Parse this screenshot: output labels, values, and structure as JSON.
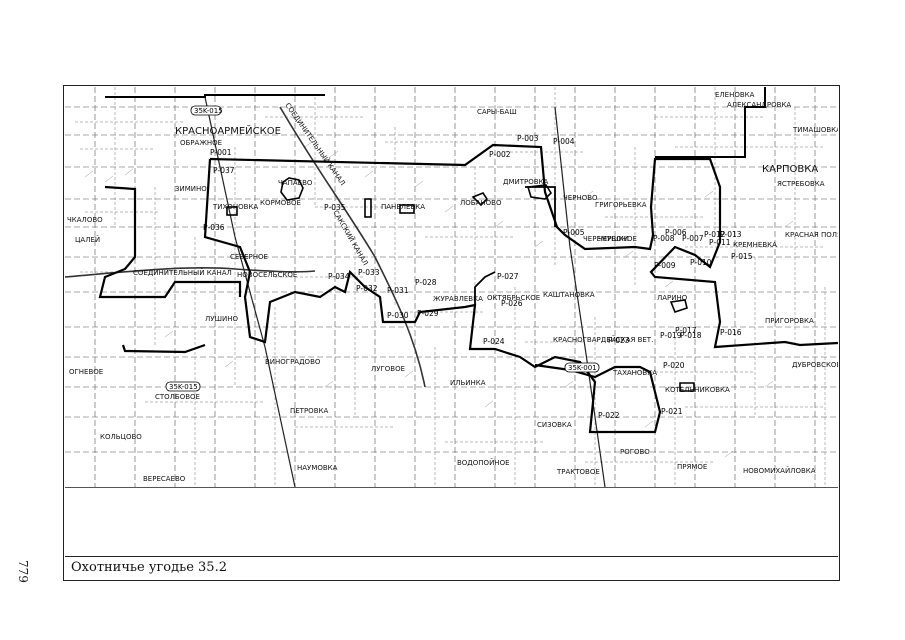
{
  "caption": "Охотничье угодье 35.2",
  "page_number": "779",
  "map": {
    "highways": [
      "35K-015",
      "35K-015",
      "35K-001"
    ],
    "settlements": [
      "КРАСНОАРМЕЙСКОЕ",
      "ОБРАЖНОЕ",
      "ЧАПАЕВО",
      "ЗИМИНО",
      "КОРМОВОЕ",
      "ТИХОНОВКА",
      "ЧКАЛОВО",
      "ЦАЛЕЙ",
      "СЕВЕРНОЕ",
      "НОВОСЕЛЬСКОЕ",
      "ЛУШИНО",
      "ОГНЕВОЕ",
      "СТОЛБОВОЕ",
      "ВИНОГРАДОВО",
      "ЛУГОВОЕ",
      "ИЛЬИНКА",
      "ПЕТРОВКА",
      "КОЛЬЦОВО",
      "НАУМОВКА",
      "ВЕРЕСАЕВО",
      "ВОДОПОЙНОЕ",
      "ПАНЕЛЕВКА",
      "ДМИТРОВКА",
      "ЧЕРНОВО",
      "ЧЕРЕМУШКИ",
      "ЖУРАВЛЕВКА",
      "КАШТАНОВКА",
      "ЛОБАНОВО",
      "ОКТЯБРЬСКОЕ",
      "ТАХАНОВКА",
      "СИЗОВКА",
      "ТРАКТОВОЕ",
      "РОГОВО",
      "ПРЯМОЕ",
      "КОТЕЛЬНИКОВКА",
      "НОВОМИХАЙЛОВКА",
      "ДУБРОВСКОЕ",
      "ПРИГОРОВКА",
      "ЛАРИНО",
      "КРЕМНЕВКА",
      "КРАСНАЯ ПОЛЯНА",
      "КАРПОВКА",
      "ЯСТРЕБОВКА",
      "ТИМАШОВКА",
      "АЛЕКСАНДРОВКА",
      "ЕЛЕНОВКА",
      "САРЫ-БАШ",
      "ГРИГОРЬЕВКА",
      "ЧЕРВОНОЕ"
    ],
    "canals": [
      "СОЕДИНИТЕЛЬНЫЙ КАНАЛ",
      "СОЕДИНИТЕЛЬНЫЙ КАНАЛ",
      "САКСКИЙ КАНАЛ",
      "КРАСНОГВАРДЕЙСКАЯ ВЕТ."
    ],
    "route_points": [
      "Р-001",
      "Р-002",
      "Р-003",
      "Р-004",
      "Р-005",
      "Р-006",
      "Р-007",
      "Р-008",
      "Р-009",
      "Р-010",
      "Р-011",
      "Р-012",
      "Р-013",
      "Р-015",
      "Р-016",
      "Р-017",
      "Р-018",
      "Р-019",
      "Р-020",
      "Р-021",
      "Р-022",
      "Р-023",
      "Р-024",
      "Р-026",
      "Р-027",
      "Р-028",
      "Р-029",
      "Р-030",
      "Р-031",
      "Р-032",
      "Р-033",
      "Р-034",
      "Р-035",
      "Р-036",
      "Р-037"
    ]
  }
}
